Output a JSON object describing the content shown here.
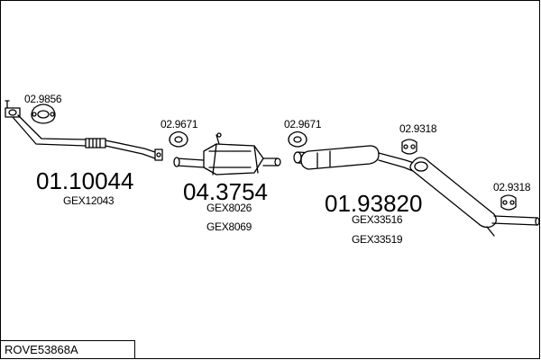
{
  "reference": "ROVE53868A",
  "groups": [
    {
      "main_number": "01.10044",
      "part_codes": [
        "GEX12043"
      ]
    },
    {
      "main_number": "04.3754",
      "part_codes": [
        "GEX8026",
        "GEX8069"
      ]
    },
    {
      "main_number": "01.93820",
      "part_codes": [
        "GEX33516",
        "GEX33519"
      ]
    }
  ],
  "accessories": [
    "02.9856",
    "02.9671",
    "02.9671",
    "02.9318",
    "02.9318"
  ]
}
